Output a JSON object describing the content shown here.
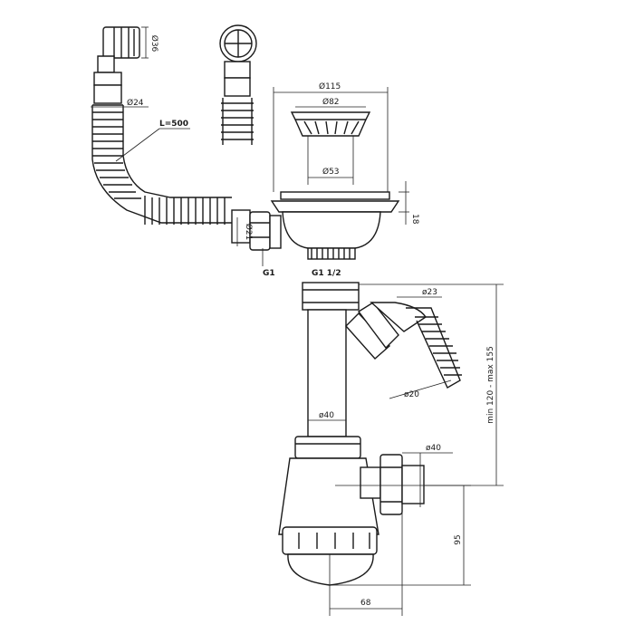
{
  "labels": {
    "d36": "Ø36",
    "d24": "Ø24",
    "length": "L=500",
    "d115": "Ø115",
    "d82": "Ø82",
    "d53": "Ø53",
    "h18": "18",
    "d21": "Ø21",
    "g1": "G1",
    "g112": "G1 1/2",
    "d23": "ø23",
    "d20": "ø20",
    "range": "min 120 - max 155",
    "d40_pipe": "ø40",
    "d40_outlet": "ø40",
    "h95": "95",
    "w68": "68"
  }
}
